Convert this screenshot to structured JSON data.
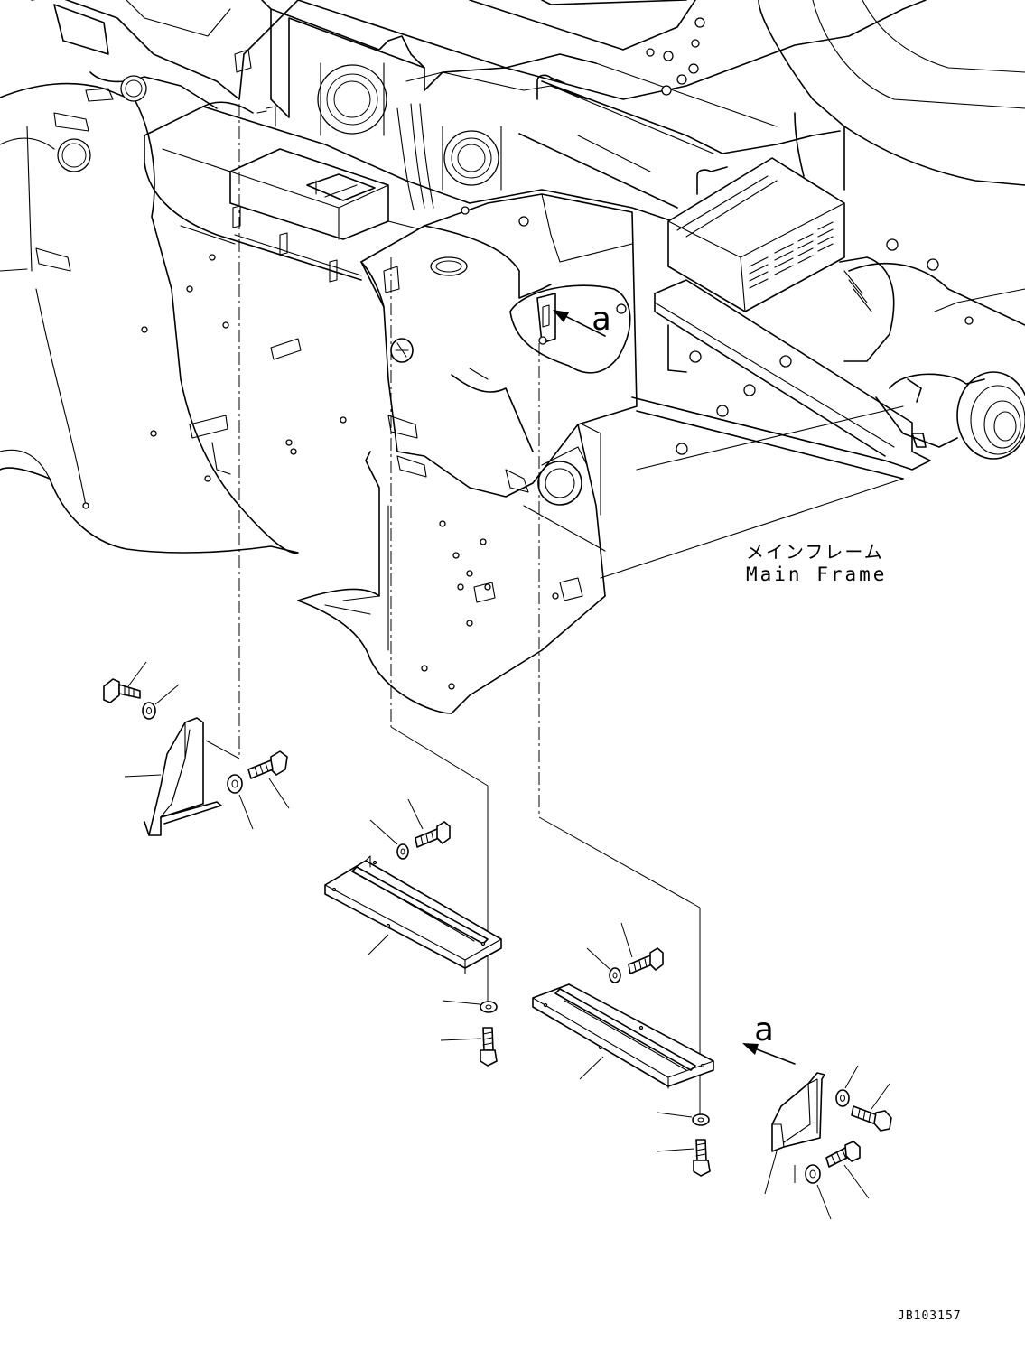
{
  "diagram": {
    "main_frame_label_jp": "メインフレーム",
    "main_frame_label_en": "Main Frame",
    "view_marker_top": "a",
    "view_marker_bottom": "a",
    "drawing_number": "JB103157"
  },
  "parts": [
    {
      "id": "left-plate"
    },
    {
      "id": "left-bolt-upper"
    },
    {
      "id": "left-washer-upper"
    },
    {
      "id": "left-bolt-lower"
    },
    {
      "id": "left-washer-lower"
    },
    {
      "id": "center-bracket-left"
    },
    {
      "id": "center-bracket-right"
    },
    {
      "id": "right-plate"
    }
  ]
}
